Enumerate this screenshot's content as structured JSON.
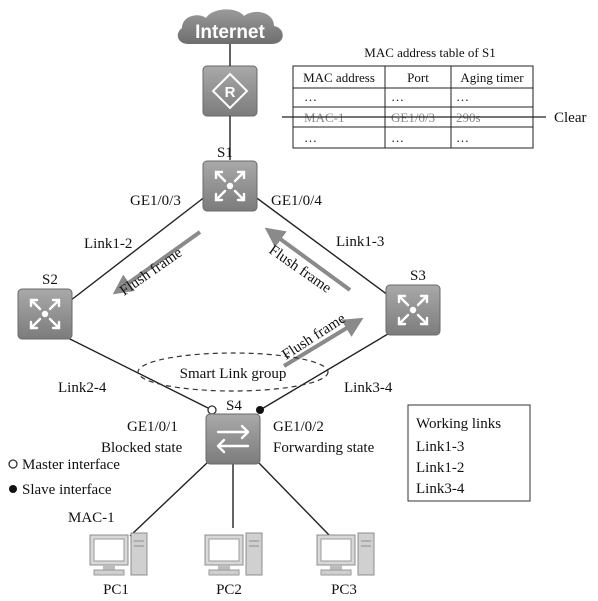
{
  "internet": "Internet",
  "mac_table": {
    "title": "MAC address table of S1",
    "headers": [
      "MAC address",
      "Port",
      "Aging timer"
    ],
    "rows": [
      [
        "…",
        "…",
        "…"
      ],
      [
        "MAC-1",
        "GE1/0/3",
        "290s"
      ],
      [
        "…",
        "…",
        "…"
      ]
    ],
    "clear_label": "Clear"
  },
  "devices": {
    "s1": "S1",
    "s2": "S2",
    "s3": "S3",
    "s4": "S4"
  },
  "ports": {
    "s1_left": "GE1/0/3",
    "s1_right": "GE1/0/4",
    "s4_left": "GE1/0/1",
    "s4_right": "GE1/0/2"
  },
  "links": {
    "l12": "Link1-2",
    "l13": "Link1-3",
    "l24": "Link2-4",
    "l34": "Link3-4"
  },
  "flush_frame": "Flush frame",
  "smart_link_group": "Smart Link group",
  "states": {
    "blocked": "Blocked state",
    "forwarding": "Forwarding state"
  },
  "legend": {
    "master": "Master interface",
    "slave": "Slave interface"
  },
  "working_links": {
    "title": "Working links",
    "items": [
      "Link1-3",
      "Link1-2",
      "Link3-4"
    ]
  },
  "mac_label": "MAC-1",
  "pcs": [
    "PC1",
    "PC2",
    "PC3"
  ]
}
